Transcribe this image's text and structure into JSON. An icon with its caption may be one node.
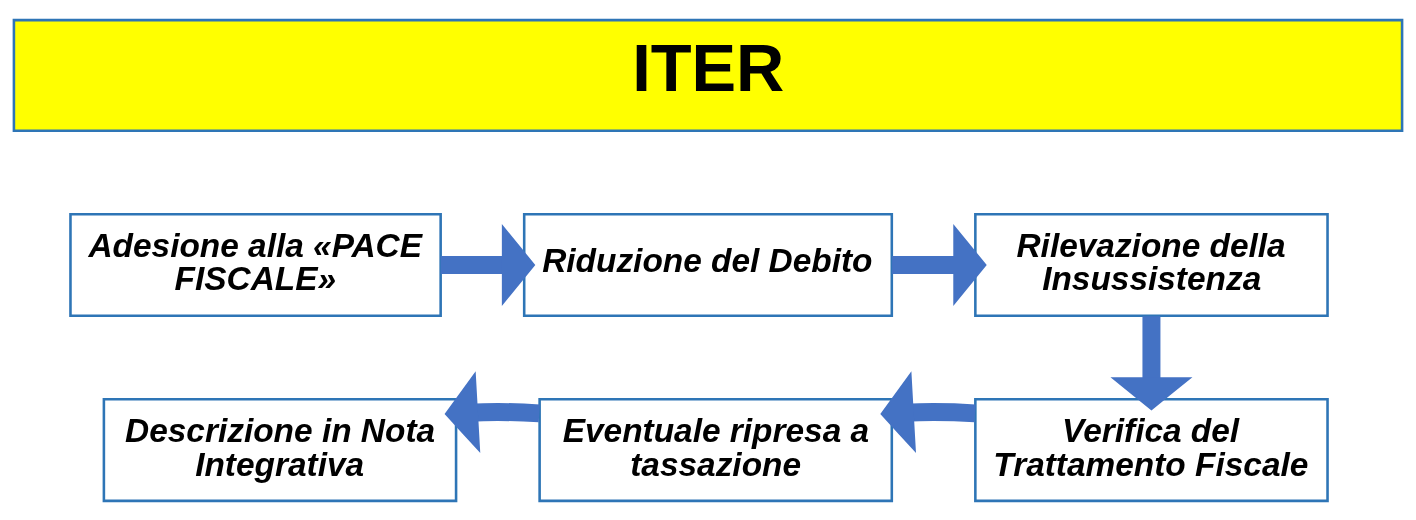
{
  "diagram": {
    "nodes": [
      {
        "text": [
          "ITER"
        ]
      },
      {
        "text": [
          "Adesione alla «PACE FISCALE»"
        ]
      },
      {
        "text": [
          "Riduzione del Debito"
        ]
      },
      {
        "text": [
          "Rilevazione della Insussistenza"
        ]
      },
      {
        "text": [
          "Verifica del Trattamento Fiscale"
        ]
      },
      {
        "text": [
          "Eventuale ripresa a tassazione"
        ]
      },
      {
        "text": [
          "Descrizione in Nota Integrativa"
        ]
      }
    ],
    "edges": [
      {
        "from": 1,
        "to": 2,
        "arrow": "to"
      },
      {
        "from": 2,
        "to": 3,
        "arrow": "to"
      },
      {
        "from": 3,
        "to": 4,
        "arrow": "to"
      },
      {
        "from": 4,
        "to": 5,
        "arrow": "to"
      },
      {
        "from": 5,
        "to": 6,
        "arrow": "to"
      }
    ]
  }
}
